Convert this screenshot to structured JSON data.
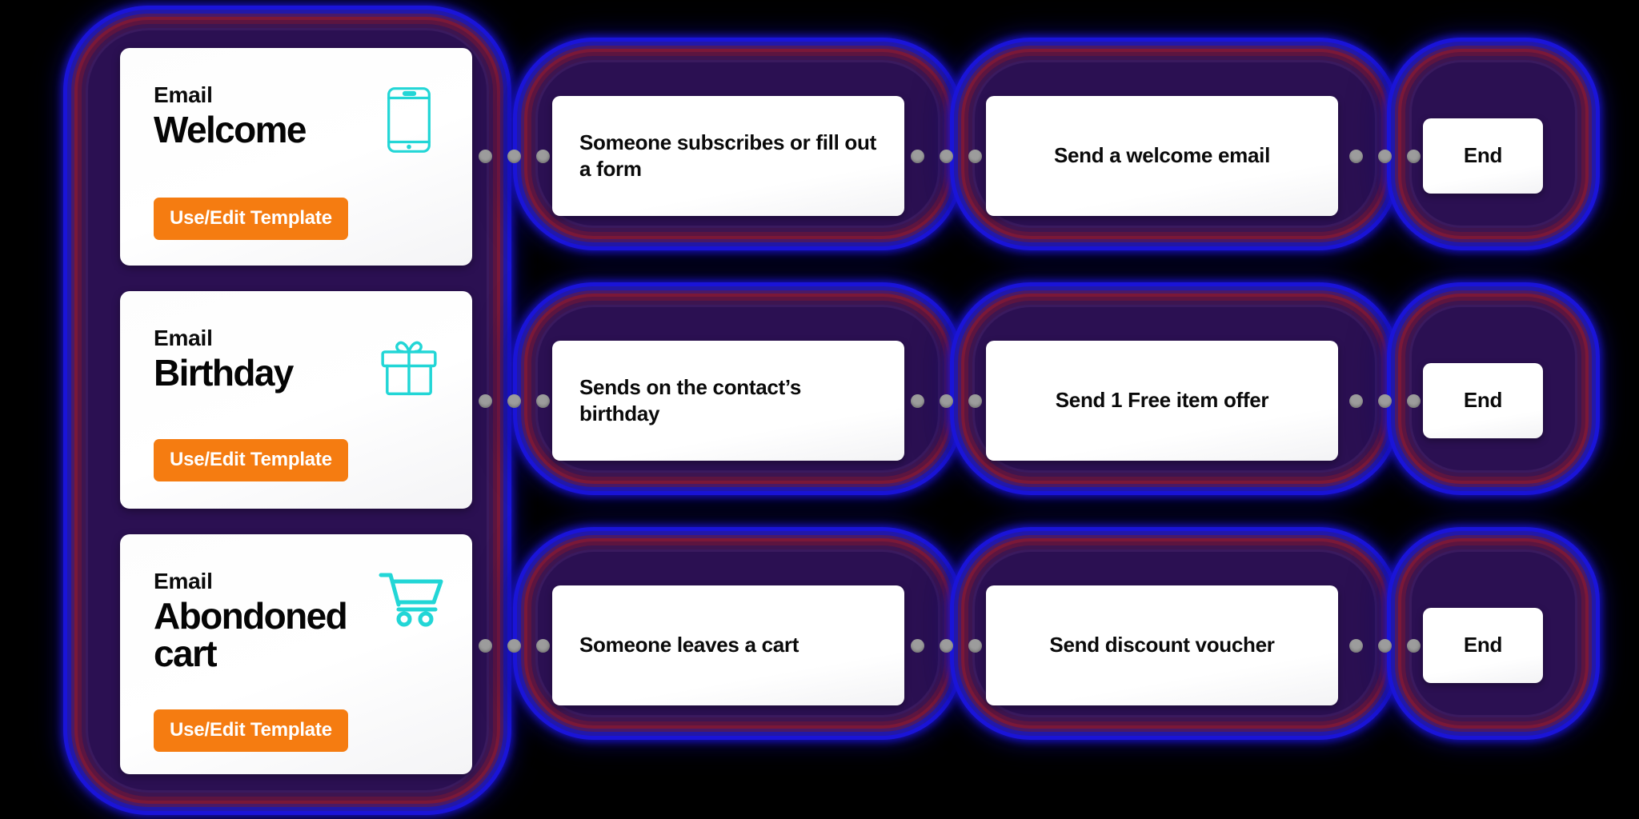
{
  "theme": {
    "background": "#000000",
    "glow_outer": "#1a14d8",
    "glow_mid": "#7a1838",
    "glow_fill": "#2b1052",
    "accent_orange": "#f57c11",
    "icon_cyan": "#22d6d6",
    "card_bg": "#ffffff",
    "dot_gray": "#9c9c9c"
  },
  "templates": [
    {
      "kicker": "Email",
      "title": "Welcome",
      "icon": "smartphone-icon",
      "button_label": "Use/Edit Template"
    },
    {
      "kicker": "Email",
      "title": "Birthday",
      "icon": "gift-icon",
      "button_label": "Use/Edit Template"
    },
    {
      "kicker": "Email",
      "title": "Abondoned cart",
      "icon": "shopping-cart-icon",
      "button_label": "Use/Edit Template"
    }
  ],
  "flows": [
    {
      "trigger": "Someone subscribes or fill out a form",
      "action": "Send a welcome email",
      "end": "End"
    },
    {
      "trigger": "Sends on the contact’s birthday",
      "action": "Send 1 Free item offer",
      "end": "End"
    },
    {
      "trigger": "Someone leaves a cart",
      "action": "Send discount voucher",
      "end": "End"
    }
  ],
  "connector": {
    "dot_count": 3,
    "shape": "circle"
  }
}
